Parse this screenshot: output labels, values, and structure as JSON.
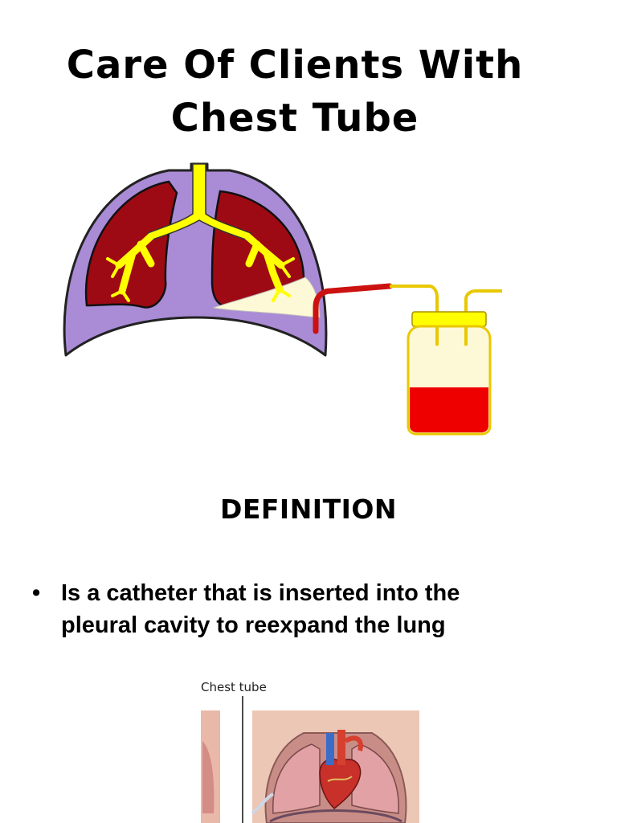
{
  "slide": {
    "title_line1": "Care Of Clients With",
    "title_line2": "Chest Tube",
    "definition_heading": "DEFINITION",
    "bullet_symbol": "•",
    "bullet_line1": "Is a catheter that is inserted into the",
    "bullet_line2": "pleural cavity to reexpand the lung"
  },
  "photo": {
    "caption": "Chest tube"
  },
  "colors": {
    "lung": "#9e0a14",
    "pleura": "#a98bd6",
    "airway": "#ffff00",
    "fluid": "#fdf8d6",
    "blood": "#ee0000",
    "tubing": "#cc1111",
    "jar_outline": "#e8c800"
  }
}
